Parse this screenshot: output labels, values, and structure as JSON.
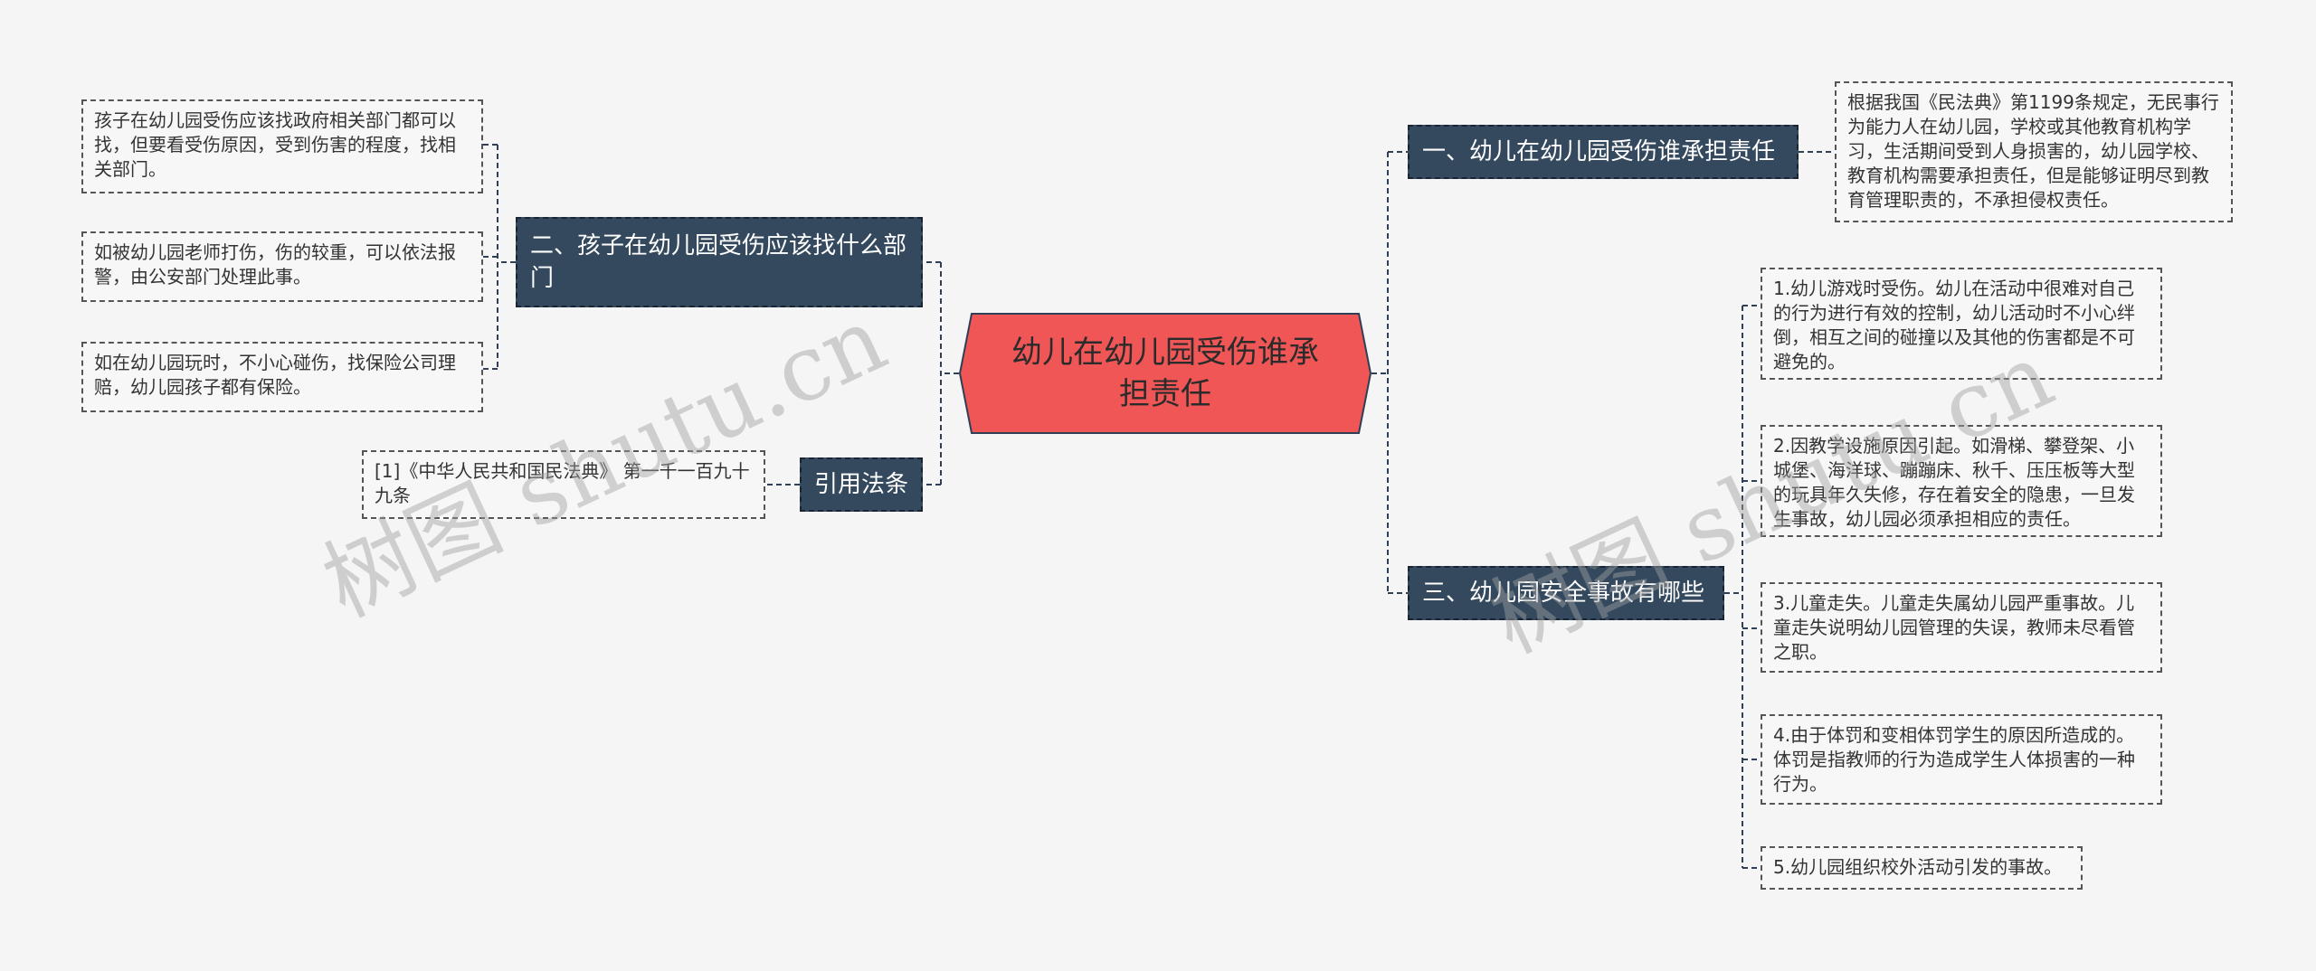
{
  "central": {
    "text": "幼儿在幼儿园受伤谁承担责任"
  },
  "branches": {
    "b1": {
      "label": "一、幼儿在幼儿园受伤谁承担责任"
    },
    "b2": {
      "label": "二、孩子在幼儿园受伤应该找什么部门"
    },
    "b3": {
      "label": "三、幼儿园安全事故有哪些"
    },
    "b4": {
      "label": "引用法条"
    }
  },
  "leaves": {
    "b1_0": "根据我国《民法典》第1199条规定，无民事行为能力人在幼儿园，学校或其他教育机构学习，生活期间受到人身损害的，幼儿园学校、教育机构需要承担责任，但是能够证明尽到教育管理职责的，不承担侵权责任。",
    "b2_0": "孩子在幼儿园受伤应该找政府相关部门都可以找，但要看受伤原因，受到伤害的程度，找相关部门。",
    "b2_1": "如被幼儿园老师打伤，伤的较重，可以依法报警，由公安部门处理此事。",
    "b2_2": "如在幼儿园玩时，不小心碰伤，找保险公司理赔，幼儿园孩子都有保险。",
    "b3_0": "1.幼儿游戏时受伤。幼儿在活动中很难对自己的行为进行有效的控制，幼儿活动时不小心绊倒，相互之间的碰撞以及其他的伤害都是不可避免的。",
    "b3_1": "2.因教学设施原因引起。如滑梯、攀登架、小城堡、海洋球、蹦蹦床、秋千、压压板等大型的玩具年久失修，存在着安全的隐患，一旦发生事故，幼儿园必须承担相应的责任。",
    "b3_2": "3.儿童走失。儿童走失属幼儿园严重事故。儿童走失说明幼儿园管理的失误，教师未尽看管之职。",
    "b3_3": "4.由于体罚和变相体罚学生的原因所造成的。体罚是指教师的行为造成学生人体损害的一种行为。",
    "b3_4": "5.幼儿园组织校外活动引发的事故。",
    "b4_0": "[1]《中华人民共和国民法典》 第一千一百九十九条"
  },
  "watermarks": [
    "树图 shutu.cn",
    "树图 shutu.cn"
  ],
  "colors": {
    "central_fill": "#f05656",
    "central_stroke": "#2f3f55",
    "branch_fill": "#34495e",
    "connector": "#2f3f55"
  }
}
